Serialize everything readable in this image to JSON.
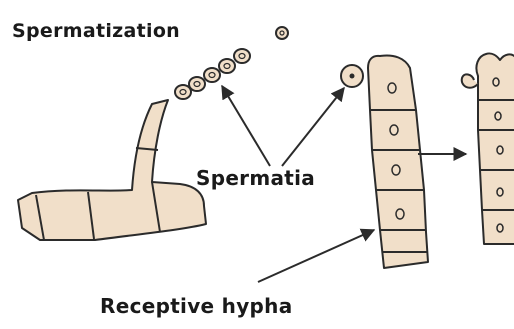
{
  "labels": {
    "spermatization": "Spermatization",
    "spermatia": "Spermatia",
    "receptive_hypha": "Receptive hypha"
  },
  "colors": {
    "cell_fill": "#f1dfc9",
    "outline": "#2b2b2b",
    "text": "#1a1a1a"
  }
}
